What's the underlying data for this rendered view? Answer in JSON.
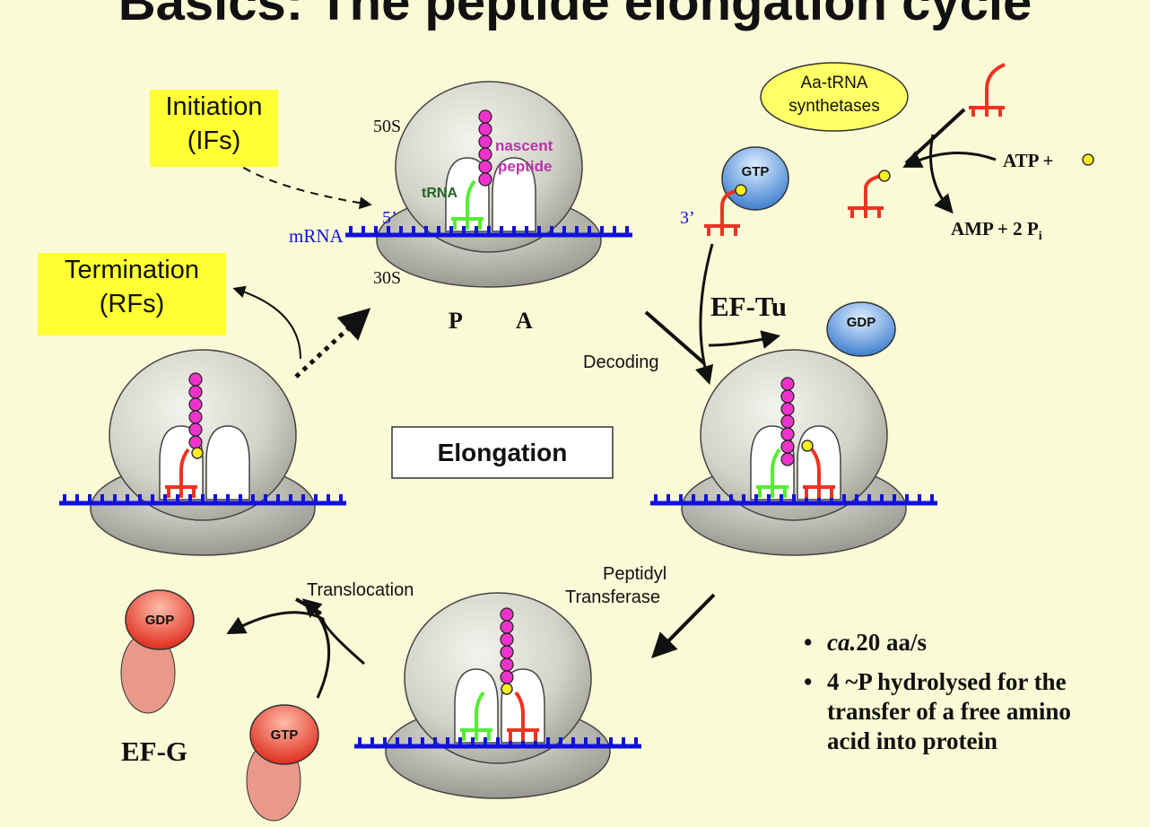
{
  "title": "Basics: The peptide elongation cycle",
  "labels": {
    "initiation": [
      "Initiation",
      "(IFs)"
    ],
    "termination": [
      "Termination",
      "(RFs)"
    ],
    "elongation": "Elongation",
    "s50": "50S",
    "s30": "30S",
    "nascent_peptide": [
      "nascent",
      "peptide"
    ],
    "trna": "tRNA",
    "five_prime": "5’",
    "three_prime": "3’",
    "mrna": "mRNA",
    "p_site": "P",
    "a_site": "A",
    "aa_trna_synthetases": [
      "Aa-tRNA",
      "synthetases"
    ],
    "atp_plus": "ATP +",
    "amp": "AMP + 2 P",
    "amp_sub": "i",
    "gtp": "GTP",
    "gdp": "GDP",
    "ef_tu": "EF-Tu",
    "decoding": "Decoding",
    "peptidyl_transferase": [
      "Peptidyl",
      "Transferase"
    ],
    "translocation": "Translocation",
    "ef_g": "EF-G"
  },
  "notes": [
    {
      "emph": "ca.",
      "text": "20 aa/s"
    },
    {
      "emph": "",
      "text": "4 ~P hydrolysed for the transfer of a free amino acid into protein"
    }
  ],
  "colors": {
    "background": "#fafad7",
    "mrna": "#1111dd",
    "peptide": "#ee33cc",
    "trna_p": "#55ee33",
    "trna_a": "#ee3322",
    "label_box": "#ffff33",
    "ef_tu": "#5599dd",
    "ef_g": "#ee4433"
  }
}
